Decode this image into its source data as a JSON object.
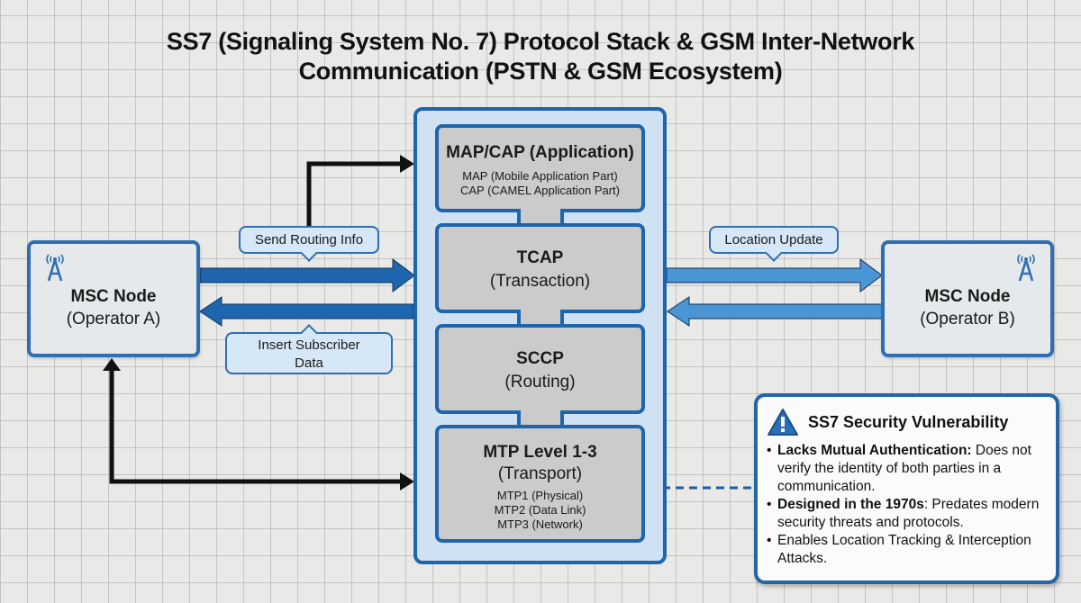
{
  "title": {
    "line1": "SS7 (Signaling System No. 7) Protocol Stack & GSM Inter-Network",
    "line2": "Communication (PSTN & GSM Ecosystem)"
  },
  "colors": {
    "stack_border": "#1d66ad",
    "stack_fill": "#cfe1f2",
    "layer_fill": "#cbcbcb",
    "arrow_dark": "#1f66b0",
    "arrow_light": "#4a95d3",
    "callout_fill": "#d6e8f7"
  },
  "node_a": {
    "name": "MSC Node",
    "sub": "(Operator A)",
    "icon": "cell-tower-icon"
  },
  "node_b": {
    "name": "MSC Node",
    "sub": "(Operator B)",
    "icon": "cell-tower-icon"
  },
  "stack": {
    "layers": [
      {
        "name": "MAP/CAP (Application)",
        "details": [
          "MAP (Mobile Application Part)",
          "CAP (CAMEL Application Part)"
        ]
      },
      {
        "name": "TCAP",
        "sub": "(Transaction)"
      },
      {
        "name": "SCCP",
        "sub": "(Routing)"
      },
      {
        "name": "MTP Level 1-3",
        "sub": "(Transport)",
        "details": [
          "MTP1 (Physical)",
          "MTP2 (Data Link)",
          "MTP3 (Network)"
        ]
      }
    ]
  },
  "callouts": {
    "send_routing_info": "Send Routing Info",
    "insert_subscriber_data_1": "Insert Subscriber",
    "insert_subscriber_data_2": "Data",
    "location_update": "Location Update"
  },
  "warning": {
    "icon": "warning-triangle-icon",
    "title": "SS7 Security Vulnerability",
    "items": [
      {
        "bold": "Lacks Mutual Authentication:",
        "text": " Does not verify the identity of both parties in a communication."
      },
      {
        "bold": "Designed in the 1970s",
        "text": ": Predates modern security threats and protocols."
      },
      {
        "bold": "",
        "text": "Enables Location Tracking & Interception Attacks."
      }
    ]
  }
}
